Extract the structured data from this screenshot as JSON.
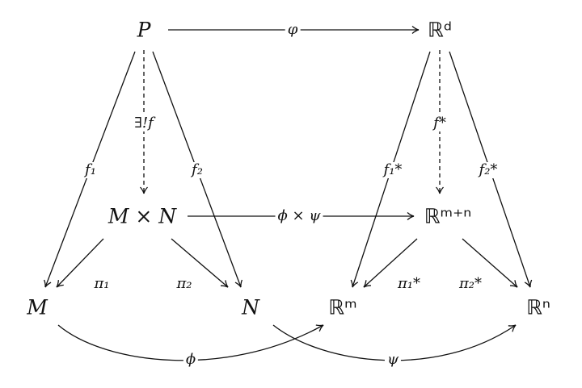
{
  "nodes": {
    "p": "P",
    "rd": "ℝᵈ",
    "mxn": "M × N",
    "rmn": "ℝᵐ⁺ⁿ",
    "m": "M",
    "n": "N",
    "rm": "ℝᵐ",
    "rn": "ℝⁿ"
  },
  "labels": {
    "varphi": "φ",
    "exists_f": "∃!f",
    "f_star": "f*",
    "f1": "f₁",
    "f2": "f₂",
    "f1_star": "f₁*",
    "f2_star": "f₂*",
    "phi_x_psi": "ϕ × ψ",
    "pi1": "π₁",
    "pi2": "π₂",
    "pi1_star": "π₁*",
    "pi2_star": "π₂*",
    "phi": "ϕ",
    "psi": "ψ"
  },
  "colors": {
    "stroke": "#111111",
    "background": "#ffffff"
  }
}
